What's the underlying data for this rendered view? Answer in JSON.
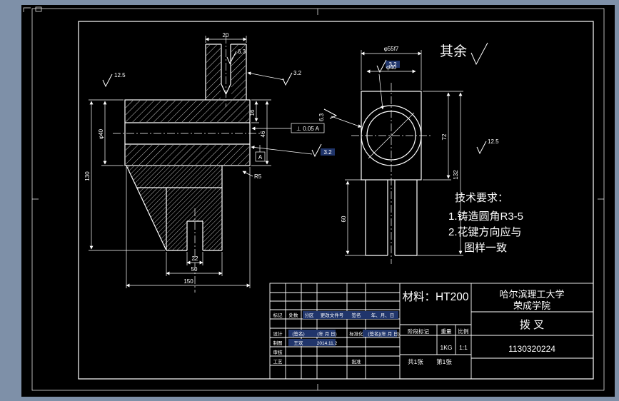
{
  "colors": {
    "background": "#7e90a8",
    "paper": "#000000",
    "line": "#ffffff",
    "highlight": "#20356b"
  },
  "notes": {
    "surface_rest": "其余",
    "tech_title": "技术要求：",
    "tech_line1": "1.铸造圆角R3-5",
    "tech_line2": "2.花键方向应与",
    "tech_line3": "图样一致",
    "material": "材料：HT200"
  },
  "title_block": {
    "school_line1": "哈尔滨理工大学",
    "school_line2": "荣成学院",
    "part_name": "拨  叉",
    "drawing_no": "1130320224",
    "stage_label": "阶段标记",
    "weight_label": "重量",
    "scale_label": "比例",
    "weight_value": "1KG",
    "scale_value": "1:1",
    "sheet_total": "共1张",
    "sheet_index": "第1张",
    "hdr_mark": "标记",
    "hdr_count": "处数",
    "hdr_zone": "分区",
    "hdr_file": "更改文件号",
    "hdr_sign": "签名",
    "hdr_date": "年、月、日",
    "design_label": "设计",
    "sign_placeholder": "(签名)",
    "date_placeholder": "(年 月 日)",
    "standard_label": "标准化",
    "draft_label": "制图",
    "draft_name": "王欢",
    "draft_date": "2014.11.2",
    "check_label": "审核",
    "process_label": "工艺",
    "approve_label": "批准"
  },
  "dims": [
    {
      "t": "12.5"
    },
    {
      "t": "6.3"
    },
    {
      "t": "3.2"
    },
    {
      "t": "3.2"
    },
    {
      "t": "3.2"
    },
    {
      "t": "6.3"
    },
    {
      "t": "12.5"
    },
    {
      "t": "φ40"
    },
    {
      "t": "130"
    },
    {
      "t": "20"
    },
    {
      "t": "16"
    },
    {
      "t": "46"
    },
    {
      "t": "R5"
    },
    {
      "t": "22"
    },
    {
      "t": "50"
    },
    {
      "t": "150"
    },
    {
      "t": "φ55f7"
    },
    {
      "t": "φ40"
    },
    {
      "t": "72"
    },
    {
      "t": "132"
    },
    {
      "t": "60"
    },
    {
      "t": "A"
    },
    {
      "t": "⊥ 0.05 A"
    }
  ]
}
